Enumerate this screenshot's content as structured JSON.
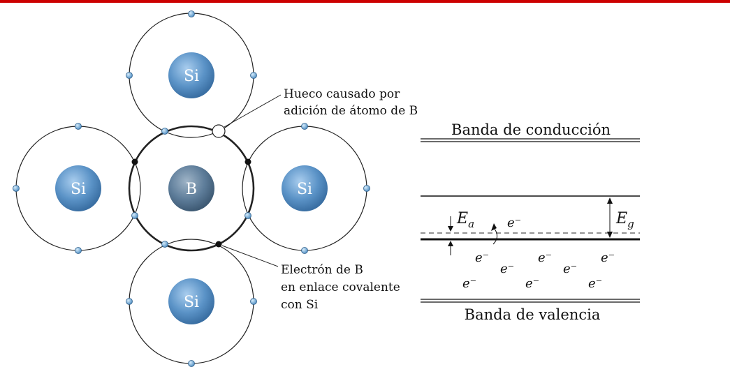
{
  "colors": {
    "top_rule": "#cc0000",
    "si_core": "#5b93c7",
    "b_core": "#5e7d9a",
    "electron": "#6aaad8",
    "line": "#111111"
  },
  "atoms": {
    "top": "Si",
    "left": "Si",
    "center": "B",
    "right": "Si",
    "bottom": "Si"
  },
  "notes": {
    "hole": [
      "Hueco causado por",
      "adición de átomo de B"
    ],
    "electron": [
      "Electrón de B",
      "en enlace covalente",
      "con Si"
    ]
  },
  "bands": {
    "conduction": "Banda de conducción",
    "valence": "Banda de valencia"
  },
  "symbols": {
    "ea": "E",
    "ea_sub": "a",
    "eg": "E",
    "eg_sub": "g",
    "electron": "e⁻"
  }
}
